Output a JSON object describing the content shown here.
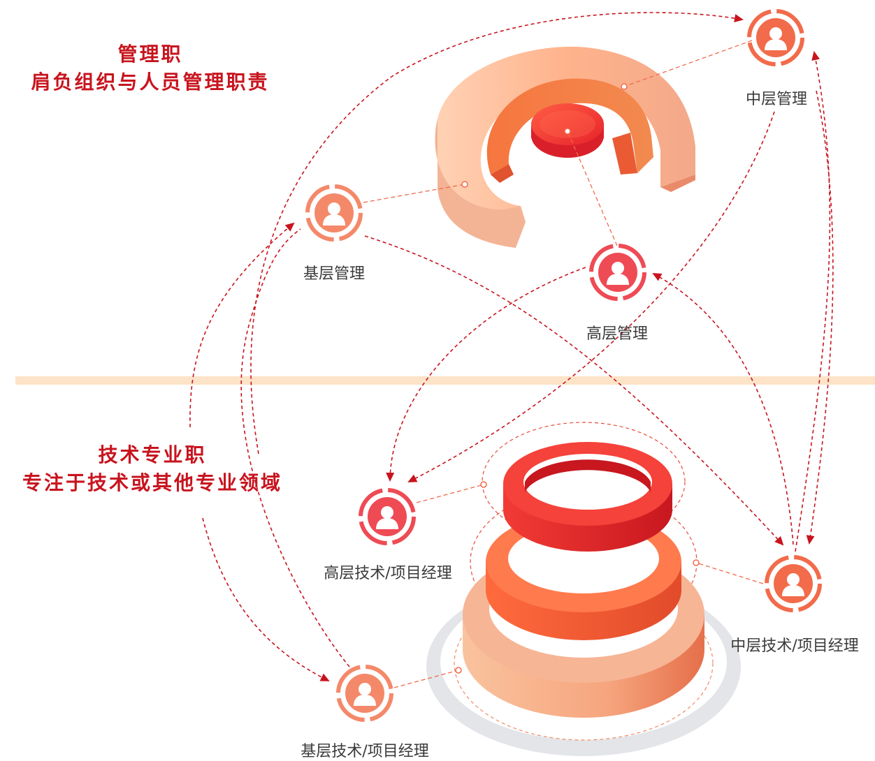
{
  "sections": {
    "management": {
      "title": "管理职",
      "subtitle": "肩负组织与人员管理职责"
    },
    "technical": {
      "title": "技术专业职",
      "subtitle": "专注于技术或其他专业领域"
    }
  },
  "nodes": {
    "mgmt_middle": {
      "label": "中层管理",
      "icon": "person-icon"
    },
    "mgmt_junior": {
      "label": "基层管理",
      "icon": "person-icon"
    },
    "mgmt_senior": {
      "label": "高层管理",
      "icon": "person-icon"
    },
    "tech_senior": {
      "label": "高层技术/项目经理",
      "icon": "person-icon"
    },
    "tech_middle": {
      "label": "中层技术/项目经理",
      "icon": "person-icon"
    },
    "tech_junior": {
      "label": "基层技术/项目经理",
      "icon": "person-icon"
    }
  },
  "colors": {
    "title_red": "#c8141e",
    "arrow_red": "#c8141e",
    "divider": "#fde3c8",
    "node_senior": "#ee4b55",
    "node_middle": "#f26b4a",
    "node_junior": "#f4896a",
    "platform_gray": "#e3e5e8"
  }
}
